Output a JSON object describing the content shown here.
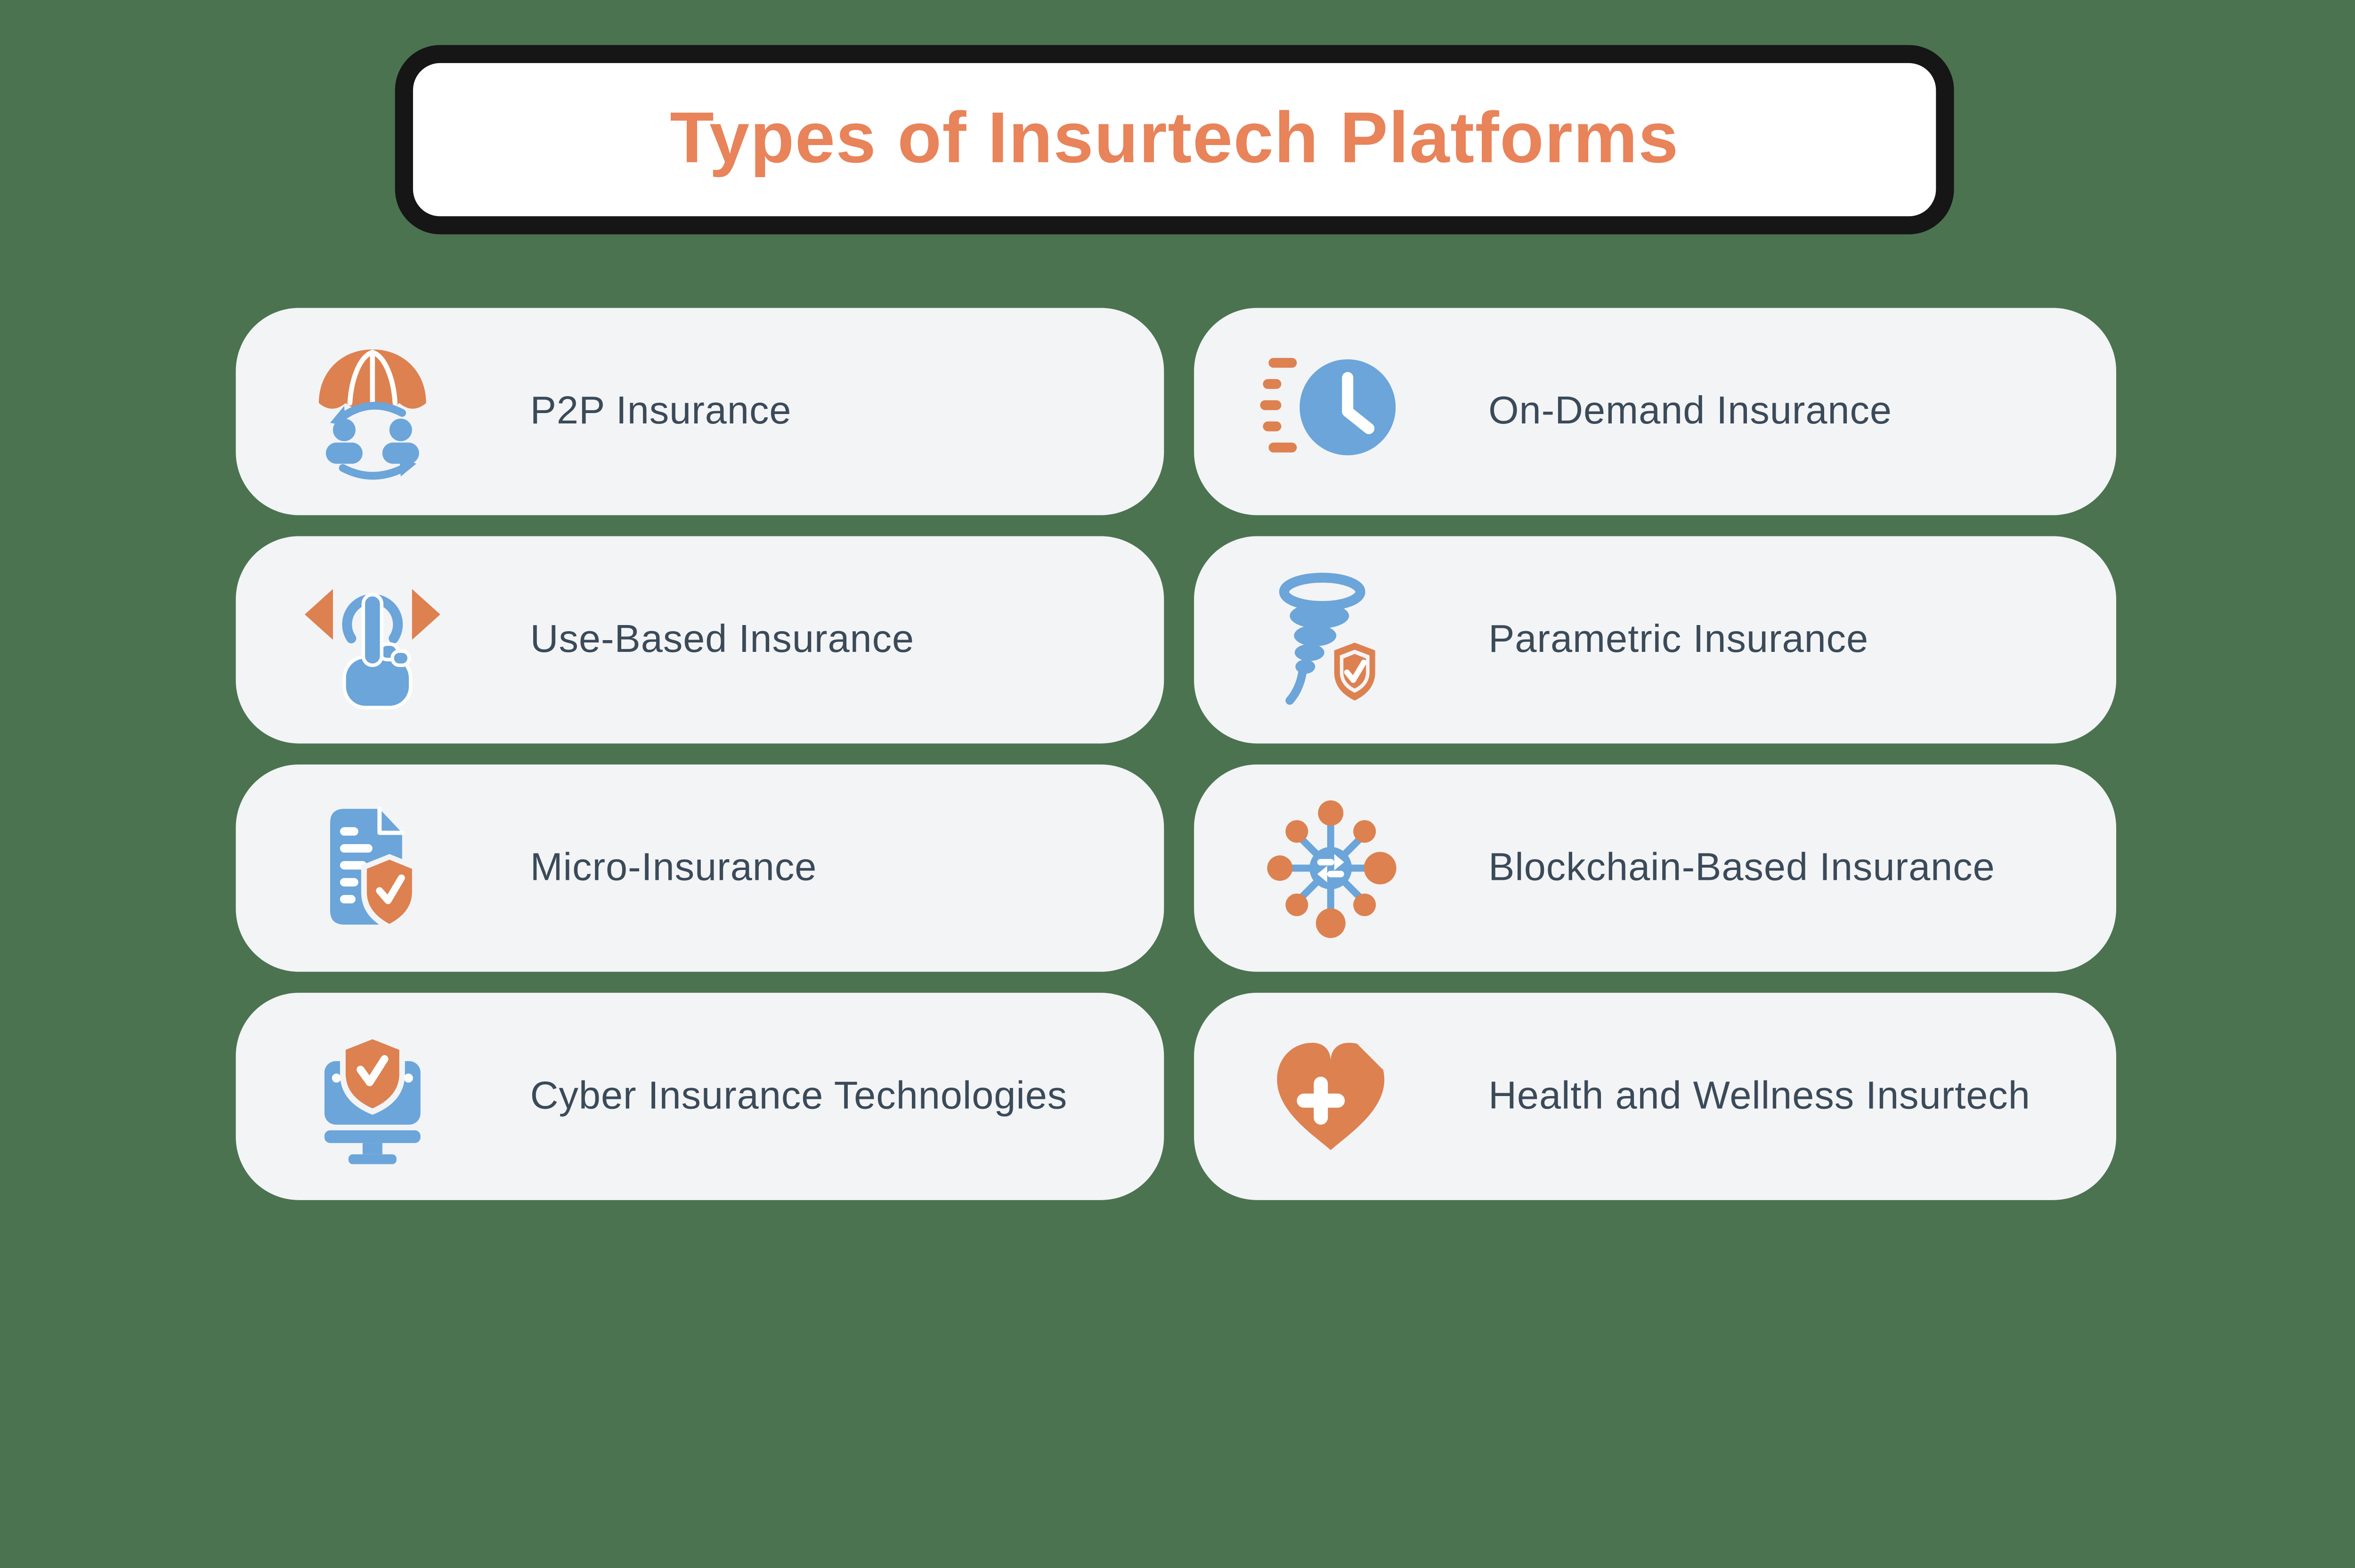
{
  "title": {
    "text": "Types of Insurtech Platforms"
  },
  "cards": [
    {
      "label": "P2P Insurance",
      "icon": "umbrella-people-icon"
    },
    {
      "label": "On-Demand Insurance",
      "icon": "clock-speed-icon"
    },
    {
      "label": "Use-Based Insurance",
      "icon": "tap-gesture-arrows-icon"
    },
    {
      "label": "Parametric Insurance",
      "icon": "tornado-shield-icon"
    },
    {
      "label": "Micro-Insurance",
      "icon": "document-shield-icon"
    },
    {
      "label": "Blockchain-Based Insurance",
      "icon": "network-nodes-icon"
    },
    {
      "label": "Cyber Insurance Technologies",
      "icon": "monitor-shield-icon"
    },
    {
      "label": "Health and Wellness Insurtech",
      "icon": "heart-medical-cross-icon"
    }
  ],
  "colors": {
    "background": "#4B7350",
    "card-background": "#F3F4F6",
    "frame-black": "#161616",
    "title-text": "#E8835A",
    "label-text": "#3B4A59",
    "accent-orange": "#DD8150",
    "accent-blue": "#6BA5D9"
  }
}
